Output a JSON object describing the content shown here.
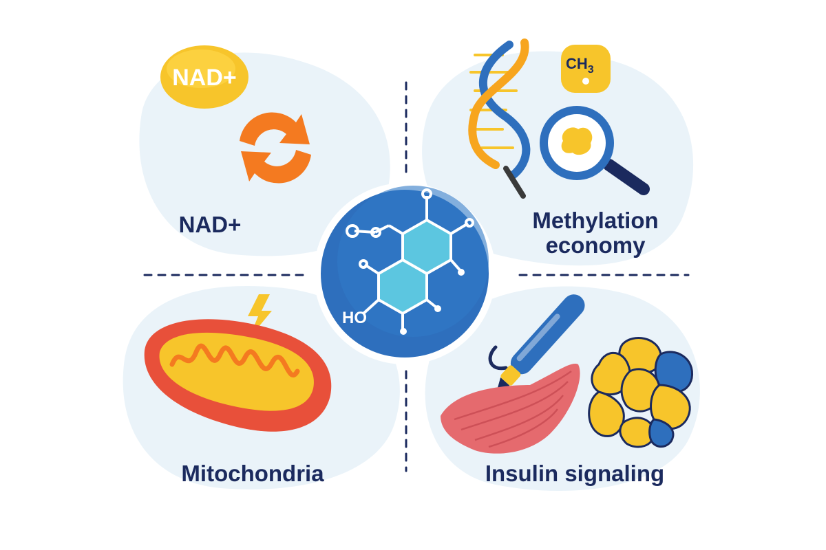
{
  "quadrants": {
    "nad": {
      "label": "NAD+",
      "badge": "NAD+"
    },
    "methylation": {
      "label_line1": "Methylation",
      "label_line2": "economy",
      "badge": "CH3",
      "badge_base": "CH",
      "badge_sub": "3"
    },
    "mitochondria": {
      "label": "Mitochondria"
    },
    "insulin": {
      "label": "Insulin signaling"
    }
  },
  "center": {
    "molecule_text": "HO"
  },
  "colors": {
    "navy": "#1b2a5e",
    "blob": "#eaf3f9",
    "yellow": "#f7c52b",
    "orange": "#f47a20",
    "blue": "#2e6fbd",
    "teal": "#5cc6e0",
    "muscle": "#e56a6e"
  },
  "icons": [
    "recycle-arrows-icon",
    "dna-helix-icon",
    "magnifier-icon",
    "molecule-icon",
    "lightning-icon",
    "mitochondrion-icon",
    "pen-injector-icon",
    "muscle-icon",
    "fat-cells-icon"
  ]
}
